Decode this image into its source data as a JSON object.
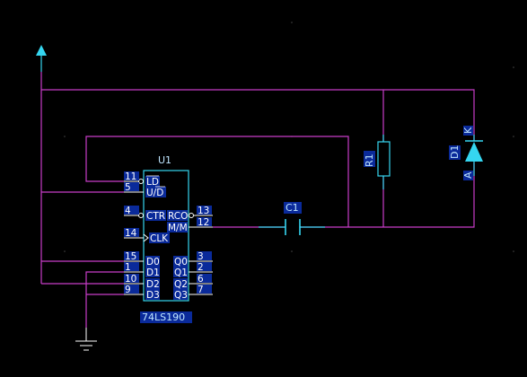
{
  "components": {
    "u1": {
      "ref": "U1",
      "part": "74LS190",
      "left_pins": [
        {
          "num": "11",
          "label": "LD",
          "bubble": true
        },
        {
          "num": "5",
          "label": "U/D",
          "bubble": false
        },
        {
          "num": "4",
          "label": "CTR",
          "bubble": true
        },
        {
          "num": "14",
          "label": "CLK",
          "bubble": false
        },
        {
          "num": "15",
          "label": "D0",
          "bubble": false
        },
        {
          "num": "1",
          "label": "D1",
          "bubble": false
        },
        {
          "num": "10",
          "label": "D2",
          "bubble": false
        },
        {
          "num": "9",
          "label": "D3",
          "bubble": false
        }
      ],
      "right_pins": [
        {
          "num": "13",
          "label": "RCO",
          "bubble": true
        },
        {
          "num": "12",
          "label": "M/M",
          "bubble": false
        },
        {
          "num": "3",
          "label": "Q0",
          "bubble": false
        },
        {
          "num": "2",
          "label": "Q1",
          "bubble": false
        },
        {
          "num": "6",
          "label": "Q2",
          "bubble": false
        },
        {
          "num": "7",
          "label": "Q3",
          "bubble": false
        }
      ]
    },
    "c1": {
      "ref": "C1"
    },
    "r1": {
      "ref": "R1"
    },
    "d1": {
      "ref": "D1",
      "anode_label": "A",
      "cathode_label": "K"
    }
  },
  "colors": {
    "background": "#000000",
    "wire": "#c83cc8",
    "component": "#35d6f0",
    "pin": "#ffffff",
    "label_highlight": "#0a2a9a"
  },
  "symbols": [
    "power-arrow-icon",
    "ground-icon",
    "capacitor-icon",
    "resistor-icon",
    "diode-icon"
  ]
}
